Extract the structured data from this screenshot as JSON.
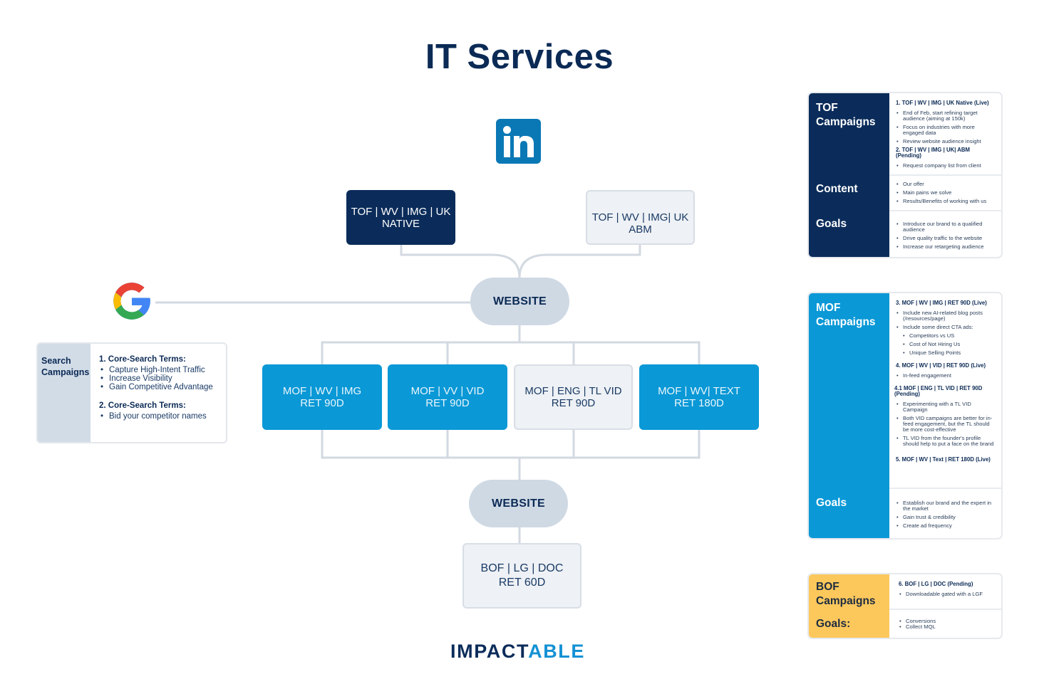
{
  "title": "IT Services",
  "colors": {
    "navy": "#0b2c5a",
    "blue": "#0a98d6",
    "light": "#eef1f5",
    "pill": "#cfd9e4",
    "yellow": "#fcc85c",
    "linkedin": "#0a78b5"
  },
  "icons": {
    "linkedin": "linkedin-logo-icon",
    "google": "google-logo-icon"
  },
  "top_nodes": [
    {
      "line1": "TOF | WV | IMG | UK",
      "line2": "NATIVE",
      "style": "dark"
    },
    {
      "line1": "TOF | WV | IMG| UK",
      "line2": "ABM",
      "style": "light"
    }
  ],
  "website_top": "WEBSITE",
  "mid_nodes": [
    {
      "line1": "MOF | WV | IMG",
      "line2": "RET 90D",
      "style": "blue"
    },
    {
      "line1": "MOF | VV | VID",
      "line2": "RET 90D",
      "style": "blue"
    },
    {
      "line1": "MOF | ENG | TL VID",
      "line2": "RET 90D",
      "style": "light"
    },
    {
      "line1": "MOF | WV| TEXT",
      "line2": "RET 180D",
      "style": "blue"
    }
  ],
  "website_bottom": "WEBSITE",
  "bottom_node": {
    "line1": "BOF | LG | DOC",
    "line2": "RET 60D"
  },
  "search_card": {
    "label_line1": "Search",
    "label_line2": "Campaigns",
    "groups": [
      {
        "heading": "1. Core-Search Terms:",
        "items": [
          "Capture High-Intent Traffic",
          "Increase Visibility",
          "Gain Competitive Advantage"
        ]
      },
      {
        "heading": "2. Core-Search Terms:",
        "items": [
          "Bid your competitor names"
        ]
      }
    ]
  },
  "tof_card": {
    "label_campaigns_1": "TOF",
    "label_campaigns_2": "Campaigns",
    "label_content": "Content",
    "label_goals": "Goals",
    "campaigns": [
      {
        "heading": "1. TOF | WV | IMG | UK Native (Live)",
        "items": [
          "End of Feb, start refining target audience (aiming at 150k)",
          "Focus on industries with more engaged data",
          "Review website audience insight"
        ]
      },
      {
        "heading": "2. TOF | WV | IMG | UK| ABM (Pending)",
        "items": [
          "Request company list from client"
        ]
      }
    ],
    "content": [
      "Our offer",
      "Main pains we solve",
      "Results/Benefits of working with us"
    ],
    "goals": [
      "Introduce our brand to a qualified audience",
      "Drive quality traffic to the website",
      "Increase our retargeting audience"
    ]
  },
  "mof_card": {
    "label_campaigns_1": "MOF",
    "label_campaigns_2": "Campaigns",
    "label_goals": "Goals",
    "campaigns": [
      {
        "heading": "3. MOF | WV | IMG | RET 90D (Live)",
        "items": [
          "Include new AI-related blog posts (/resources/page)",
          "Include some direct CTA ads:"
        ],
        "subitems": [
          "Competitors vs US",
          "Cost of Not Hiring Us",
          "Unique Selling Points"
        ]
      },
      {
        "heading": "4. MOF | WV | VID | RET 90D (Live)",
        "items": [
          "In-feed engagement"
        ]
      },
      {
        "heading": "4.1 MOF | ENG | TL VID | RET 90D (Pending)",
        "items": [
          "Experimenting with a TL VID Campaign",
          "Both VID campaigns are better for in-feed engagement, but the TL should be more cost-effective",
          "TL VID from the founder's profile should help to put a face on the brand"
        ]
      },
      {
        "heading": "5. MOF | WV | Text | RET 180D (Live)",
        "items": []
      }
    ],
    "goals": [
      "Establish our brand and the expert in the market",
      "Gain trust & credibility",
      "Create ad frequency"
    ]
  },
  "bof_card": {
    "label_campaigns_1": "BOF",
    "label_campaigns_2": "Campaigns",
    "label_goals": "Goals:",
    "campaigns": [
      {
        "heading": "6. BOF | LG | DOC (Pending)",
        "items": [
          "Downloadable gated with a LGF"
        ]
      }
    ],
    "goals": [
      "Conversions",
      "Collect MQL"
    ]
  },
  "logo": {
    "part1": "IMPACT",
    "part2": "ABLE"
  }
}
